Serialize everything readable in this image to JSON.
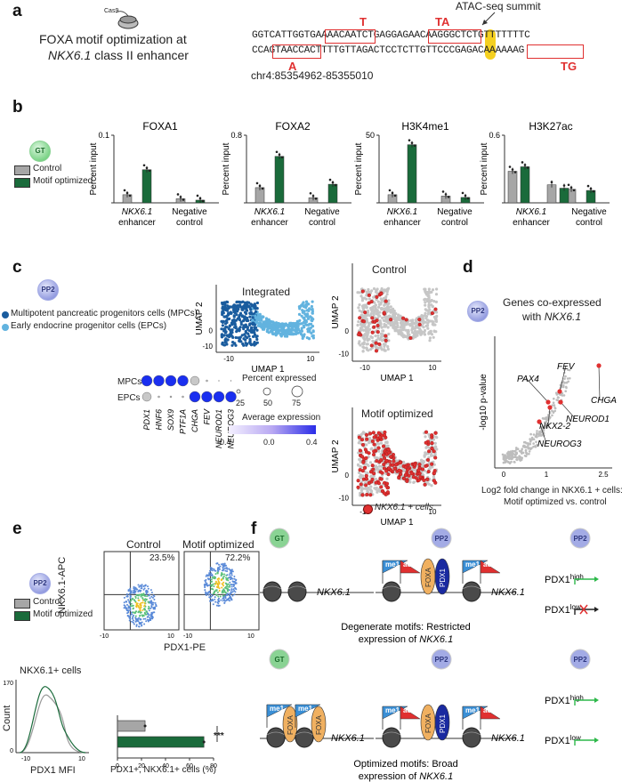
{
  "panels": {
    "a": "a",
    "b": "b",
    "c": "c",
    "d": "d",
    "e": "e",
    "f": "f"
  },
  "colors": {
    "control": "#a6a6a6",
    "motif": "#1a6b3b",
    "mpc": "#1a5c9e",
    "epc": "#62b3df",
    "red": "#e03030",
    "blue": "#1a3cff",
    "summit": "#f5d020"
  },
  "a": {
    "cas9": "Cas9",
    "title_line1": "FOXA motif optimization at",
    "title_gene": "NKX6.1",
    "title_line2_rest": " class II enhancer",
    "summit_label": "ATAC-seq summit",
    "seq_top": "GGTCATTGGTGAAAACAATCTGAGGAGAACAAGGGCTCTGTTTTTTTC",
    "seq_bottom": "CCAGTAACCACTTTTGTTAGACTCCTCTTGTTCCCGAGACAAAAAAG",
    "mut_T": "T",
    "mut_TA": "TA",
    "mut_A": "A",
    "mut_TG": "TG",
    "coords": "chr4:85354962-85355010"
  },
  "b": {
    "bubble": "GT",
    "legend": [
      "Control",
      "Motif optimized"
    ],
    "ylabel": "Percent input",
    "x_labels": {
      "g1a": "NKX6.1",
      "g1b": "enhancer",
      "g2a": "Negative",
      "g2b": "control"
    }
  },
  "c": {
    "bubble": "PP2",
    "legend": [
      "Multipotent pancreatic progenitors cells (MPCs)",
      "Early endocrine progenitor cells (EPCs)"
    ],
    "integrated": "Integrated",
    "control": "Control",
    "motif": "Motif optimized",
    "umap1": "UMAP 1",
    "umap2": "UMAP 2",
    "ticks": {
      "m10": "-10",
      "z": "0",
      "p10": "10"
    },
    "dot_rows": [
      "MPCs",
      "EPCs"
    ],
    "dot_genes": [
      "PDX1",
      "HNF6",
      "SOX9",
      "PTF1A",
      "CHGA",
      "FEV",
      "NEUROD1",
      "NEUROG3"
    ],
    "pct_title": "Percent expressed",
    "pct_vals": [
      "25",
      "50",
      "75"
    ],
    "avg_title": "Average expression",
    "avg_ticks": [
      "-0.4",
      "0.0",
      "0.4"
    ],
    "nkx_cells": "NKX6.1 + cells"
  },
  "d": {
    "bubble": "PP2",
    "title1": "Genes co-expressed",
    "title2": "with",
    "title_gene": "NKX6.1",
    "ylabel": "-log10 p-value",
    "xlabel1": "Log2 fold change in NKX6.1 + cells:",
    "xlabel2": "Motif optimized vs. control",
    "genes": [
      "PAX4",
      "FEV",
      "CHGA",
      "NEUROD1",
      "NKX2-2",
      "NEUROG3"
    ],
    "xticks": [
      "0",
      "1",
      "2.5"
    ]
  },
  "e": {
    "bubble": "PP2",
    "legend": [
      "Control",
      "Motif optimized"
    ],
    "control": "Control",
    "motif": "Motif optimized",
    "pct_control": "23.5%",
    "pct_motif": "72.2%",
    "ylabel": "NKX6.1-APC",
    "xlabel": "PDX1-PE",
    "hist_title": "NKX6.1+ cells",
    "hist_ylabel": "Count",
    "hist_xlabel": "PDX1 MFI",
    "hist_ytick": "170",
    "hist_y0": "0",
    "axis_neg": "-10",
    "axis_pos": "10",
    "bar_xlabel": "PDX1+, NKX6.1+ cells (%)",
    "bar_ticks": [
      "0",
      "20",
      "40",
      "60",
      "80"
    ],
    "sig": "***"
  },
  "f": {
    "gt": "GT",
    "pp2": "PP2",
    "gene": "NKX6.1",
    "me1": "me1",
    "ac": "ac",
    "foxa": "FOXA",
    "pdx1": "PDX1",
    "pdx1_high": "PDX1",
    "high": "high",
    "pdx1_low": "PDX1",
    "low": "low",
    "caption_top1": "Degenerate motifs: Restricted",
    "caption_top2": "expression of",
    "caption_bot1": "Optimized motifs: Broad",
    "caption_bot2": "expression of"
  },
  "chart_data": [
    {
      "type": "bar",
      "title": "FOXA1",
      "ylabel": "Percent input",
      "ylim": [
        0,
        0.1
      ],
      "yticks": [
        "0.1"
      ],
      "categories": [
        "NKX6.1 enhancer",
        "Negative control"
      ],
      "series": [
        {
          "name": "Control",
          "values": [
            0.012,
            0.006
          ]
        },
        {
          "name": "Motif optimized",
          "values": [
            0.049,
            0.004
          ]
        }
      ]
    },
    {
      "type": "bar",
      "title": "FOXA2",
      "ylabel": "Percent input",
      "ylim": [
        0,
        0.8
      ],
      "yticks": [
        "0.8"
      ],
      "categories": [
        "NKX6.1 enhancer",
        "Negative control"
      ],
      "series": [
        {
          "name": "Control",
          "values": [
            0.18,
            0.06
          ]
        },
        {
          "name": "Motif optimized",
          "values": [
            0.55,
            0.22
          ]
        }
      ]
    },
    {
      "type": "bar",
      "title": "H3K4me1",
      "ylabel": "Percent input",
      "ylim": [
        0,
        50
      ],
      "yticks": [
        "50"
      ],
      "categories": [
        "NKX6.1 enhancer",
        "Negative control"
      ],
      "series": [
        {
          "name": "Control",
          "values": [
            6,
            5
          ]
        },
        {
          "name": "Motif optimized",
          "values": [
            43,
            4
          ]
        }
      ]
    },
    {
      "type": "bar",
      "title": "H3K27ac",
      "ylabel": "Percent input",
      "ylim": [
        0,
        0.6
      ],
      "yticks": [
        "0.6"
      ],
      "categories": [
        "NKX6.1 enhancer",
        "Negative control"
      ],
      "series": [
        {
          "name": "Control",
          "values": [
            0.28,
            0.12
          ],
          "second": [
            0.16
          ]
        },
        {
          "name": "Motif optimized",
          "values": [
            0.32,
            0.11
          ],
          "second": [
            0.13
          ]
        }
      ]
    },
    {
      "type": "bar",
      "orientation": "horizontal",
      "xlabel": "PDX1+, NKX6.1+ cells (%)",
      "xlim": [
        0,
        80
      ],
      "categories": [
        "Control",
        "Motif optimized"
      ],
      "values": [
        23,
        72
      ]
    }
  ]
}
